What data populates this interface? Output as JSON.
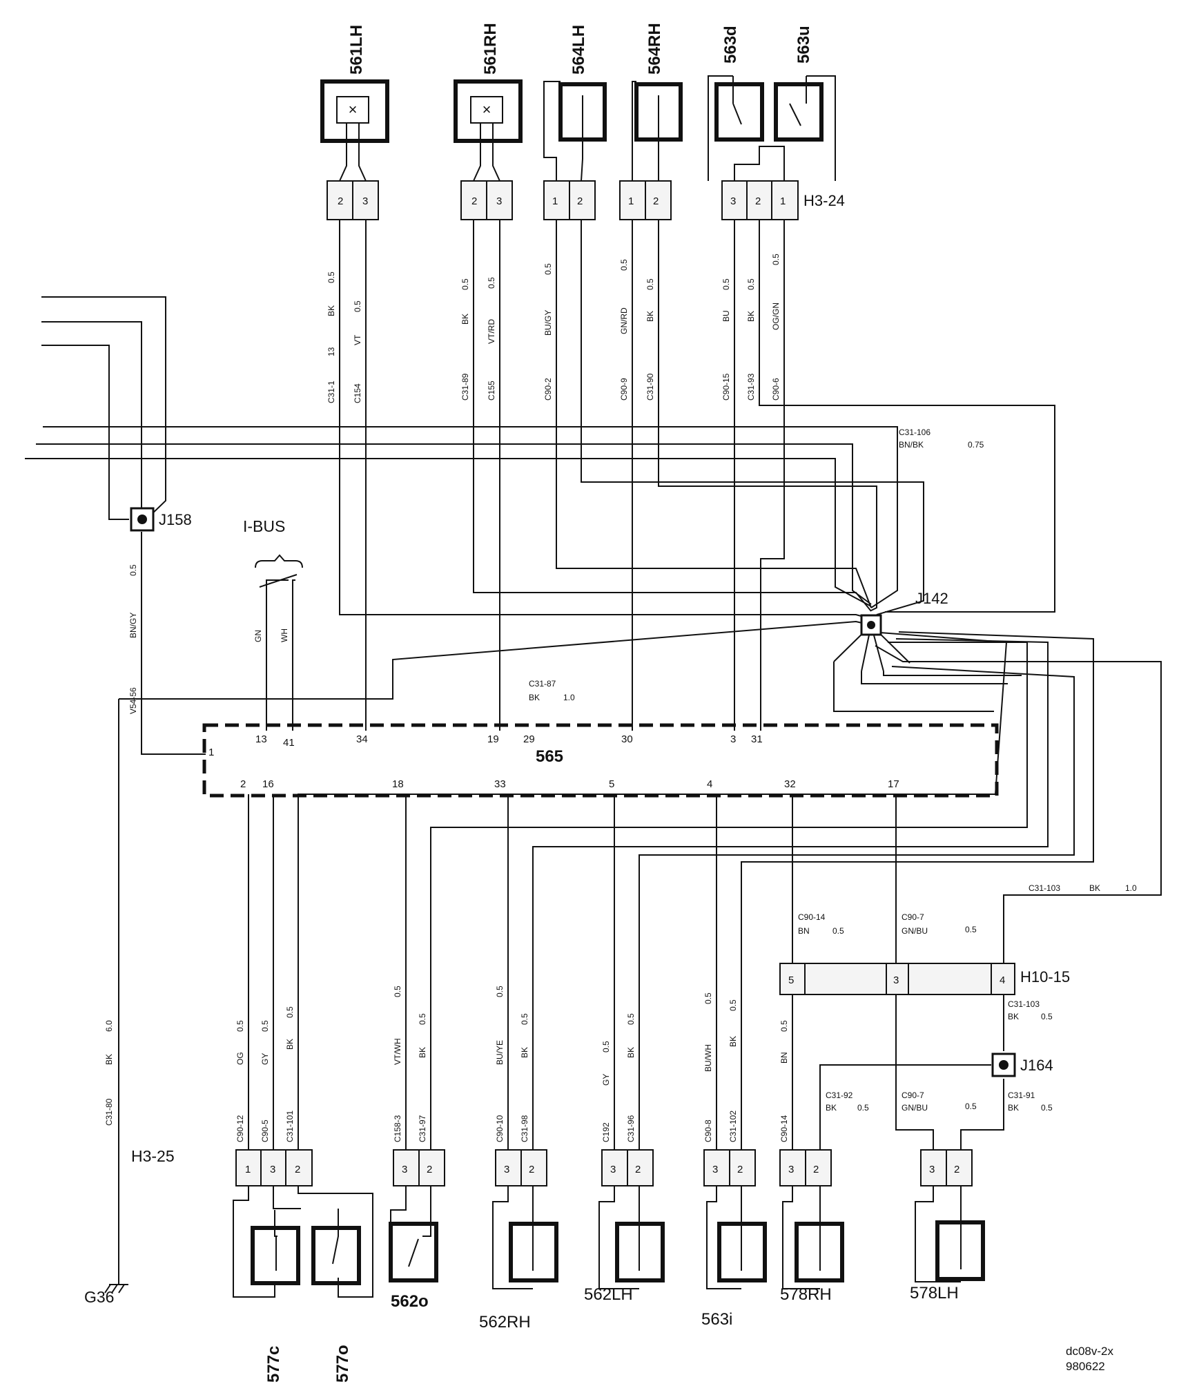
{
  "components": {
    "c561lh": "561LH",
    "c561rh": "561RH",
    "c564lh": "564LH",
    "c564rh": "564RH",
    "c563d": "563d",
    "c563u": "563u",
    "c577c": "577c",
    "c577o": "577o",
    "c562o": "562o",
    "c562rh": "562RH",
    "c562lh": "562LH",
    "c563i": "563i",
    "c578rh": "578RH",
    "c578lh": "578LH",
    "module": "565"
  },
  "junctions": {
    "j158": "J158",
    "j142": "J142",
    "j164": "J164"
  },
  "connectors": {
    "h3_24": "H3-24",
    "h3_25": "H3-25",
    "h10_15": "H10-15"
  },
  "ground": "G36",
  "ibus": "I-BUS",
  "footer": {
    "code": "dc08v-2x",
    "date": "980622"
  },
  "module_pins_top": [
    "1",
    "13",
    "41",
    "34",
    "19",
    "29",
    "30",
    "3",
    "31"
  ],
  "module_pins_bottom": [
    "2",
    "16",
    "18",
    "33",
    "5",
    "4",
    "32",
    "17"
  ],
  "connector_pins": {
    "c561lh": [
      "2",
      "3"
    ],
    "c561rh": [
      "2",
      "3"
    ],
    "c564lh": [
      "1",
      "2"
    ],
    "c564rh": [
      "1",
      "2"
    ],
    "h3_24": [
      "3",
      "2",
      "1"
    ],
    "c577": [
      "1",
      "3",
      "2"
    ],
    "c562o": [
      "3",
      "2"
    ],
    "c562rh": [
      "3",
      "2"
    ],
    "c562lh": [
      "3",
      "2"
    ],
    "c563i": [
      "3",
      "2"
    ],
    "c578rh": [
      "3",
      "2"
    ],
    "c578lh": [
      "3",
      "2"
    ],
    "h10_15": [
      "5",
      "3",
      "4"
    ]
  },
  "wire_labels_top": {
    "w561lh_a": {
      "circuit": "C31-1",
      "pin": "13",
      "color": "BK",
      "size": "0.5"
    },
    "w561lh_b": {
      "circuit": "C154",
      "color": "VT",
      "size": "0.5"
    },
    "w561rh_a": {
      "circuit": "C31-89",
      "color": "BK",
      "size": "0.5"
    },
    "w561rh_b": {
      "circuit": "C155",
      "color": "VT/RD",
      "size": "0.5"
    },
    "w564lh_a": {
      "circuit": "C90-2",
      "color": "BU/GY",
      "size": "0.5"
    },
    "w564rh_a": {
      "circuit": "C90-9",
      "color": "GN/RD",
      "size": "0.5"
    },
    "w564rh_b": {
      "circuit": "C31-90",
      "color": "BK",
      "size": "0.5"
    },
    "w563_a": {
      "circuit": "C90-15",
      "color": "BU",
      "size": "0.5"
    },
    "w563_b": {
      "circuit": "C31-93",
      "color": "BK",
      "size": "0.5"
    },
    "w563_c": {
      "circuit": "C90-6",
      "color": "OG/GN",
      "size": "0.5"
    }
  },
  "wire_labels_misc": {
    "j158_wire": {
      "size": "0.5",
      "color": "BN/GY",
      "circuit": "V54-56"
    },
    "ibus_a": "GN",
    "ibus_b": "WH",
    "c31_106": {
      "circuit": "C31-106",
      "color": "BN/BK",
      "size": "0.75"
    },
    "c31_87": {
      "circuit": "C31-87",
      "color": "BK",
      "size": "1.0"
    },
    "ground_wire": {
      "size": "6.0",
      "color": "BK",
      "circuit": "C31-80"
    },
    "c31_103_top": {
      "circuit": "C31-103",
      "color": "BK",
      "size": "1.0"
    },
    "c90_14": {
      "circuit": "C90-14",
      "color": "BN",
      "size": "0.5"
    },
    "c90_7": {
      "circuit": "C90-7",
      "color": "GN/BU",
      "size": "0.5"
    },
    "c31_103_low": {
      "circuit": "C31-103",
      "color": "BK",
      "size": "0.5"
    },
    "c31_92": {
      "circuit": "C31-92",
      "color": "BK",
      "size": "0.5"
    },
    "c90_7_low": {
      "circuit": "C90-7",
      "color": "GN/BU",
      "size": "0.5"
    },
    "c31_91": {
      "circuit": "C31-91",
      "color": "BK",
      "size": "0.5"
    }
  },
  "wire_labels_bottom": {
    "w577_1": {
      "circuit": "C90-12",
      "color": "OG",
      "size": "0.5"
    },
    "w577_3": {
      "circuit": "C90-5",
      "color": "GY",
      "size": "0.5"
    },
    "w577_2": {
      "circuit": "C31-101",
      "color": "BK",
      "size": "0.5"
    },
    "w562o_3": {
      "circuit": "C158-3",
      "color": "VT/WH",
      "size": "0.5"
    },
    "w562o_2": {
      "circuit": "C31-97",
      "color": "BK",
      "size": "0.5"
    },
    "w562rh_3": {
      "circuit": "C90-10",
      "color": "BU/YE",
      "size": "0.5"
    },
    "w562rh_2": {
      "circuit": "C31-98",
      "color": "BK",
      "size": "0.5"
    },
    "w562lh_3": {
      "circuit": "C192",
      "color": "GY",
      "size": "0.5"
    },
    "w562lh_2": {
      "circuit": "C31-96",
      "color": "BK",
      "size": "0.5"
    },
    "w563i_3": {
      "circuit": "C90-8",
      "color": "BU/WH",
      "size": "0.5"
    },
    "w563i_2": {
      "circuit": "C31-102",
      "color": "BK",
      "size": "0.5"
    },
    "w578rh_3": {
      "circuit": "C90-14",
      "color": "BN",
      "size": "0.5"
    }
  }
}
